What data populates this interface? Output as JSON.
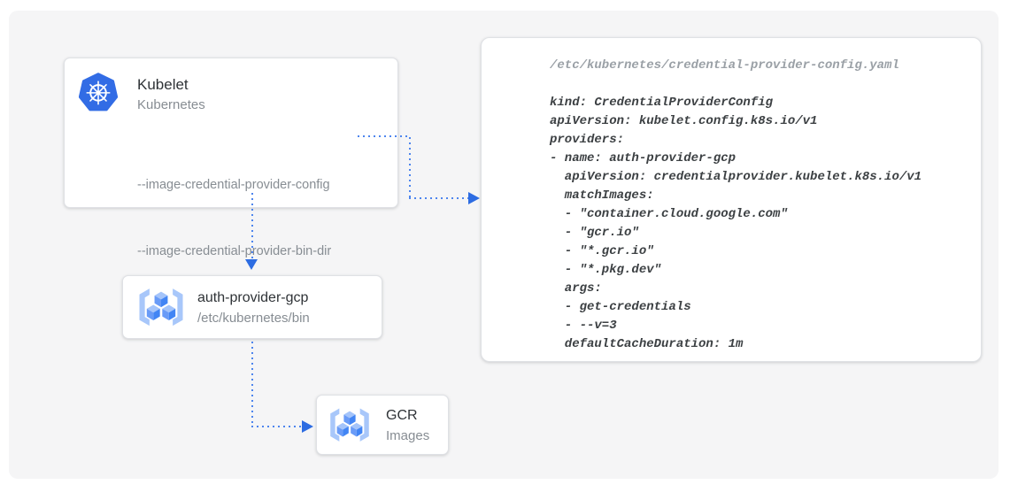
{
  "diagram": {
    "kubelet": {
      "title": "Kubelet",
      "subtitle": "Kubernetes",
      "flag_config": "--image-credential-provider-config",
      "flag_bin_dir": "--image-credential-provider-bin-dir"
    },
    "auth_provider": {
      "title": "auth-provider-gcp",
      "subtitle": "/etc/kubernetes/bin"
    },
    "gcr": {
      "title": "GCR",
      "subtitle": "Images"
    }
  },
  "code_panel": {
    "file_path": "/etc/kubernetes/credential-provider-config.yaml",
    "code_lines": [
      "kind: CredentialProviderConfig",
      "apiVersion: kubelet.config.k8s.io/v1",
      "providers:",
      "- name: auth-provider-gcp",
      "  apiVersion: credentialprovider.kubelet.k8s.io/v1",
      "  matchImages:",
      "  - \"container.cloud.google.com\"",
      "  - \"gcr.io\"",
      "  - \"*.gcr.io\"",
      "  - \"*.pkg.dev\"",
      "  args:",
      "  - get-credentials",
      "  - --v=3",
      "  defaultCacheDuration: 1m"
    ]
  },
  "icons": {
    "kubelet": "kubernetes-helm-wheel-icon",
    "auth_provider": "container-registry-cubes-icon",
    "gcr": "container-registry-cubes-icon"
  },
  "colors": {
    "kubernetes_blue": "#326ce5",
    "arrow_blue": "#4d85ee",
    "arrowhead_blue": "#2d6ce2",
    "gcr_bracket": "#a8c7fa",
    "gcr_top": "#a4c4fa",
    "gcr_left": "#699bf7",
    "gcr_right": "#4285f4",
    "panel_bg": "#f5f5f6",
    "card_border": "#dfe1e5",
    "title_text": "#2f3337",
    "muted_text": "#878d93",
    "code_text": "#3c4043",
    "code_path_text": "#9aa0a6"
  }
}
